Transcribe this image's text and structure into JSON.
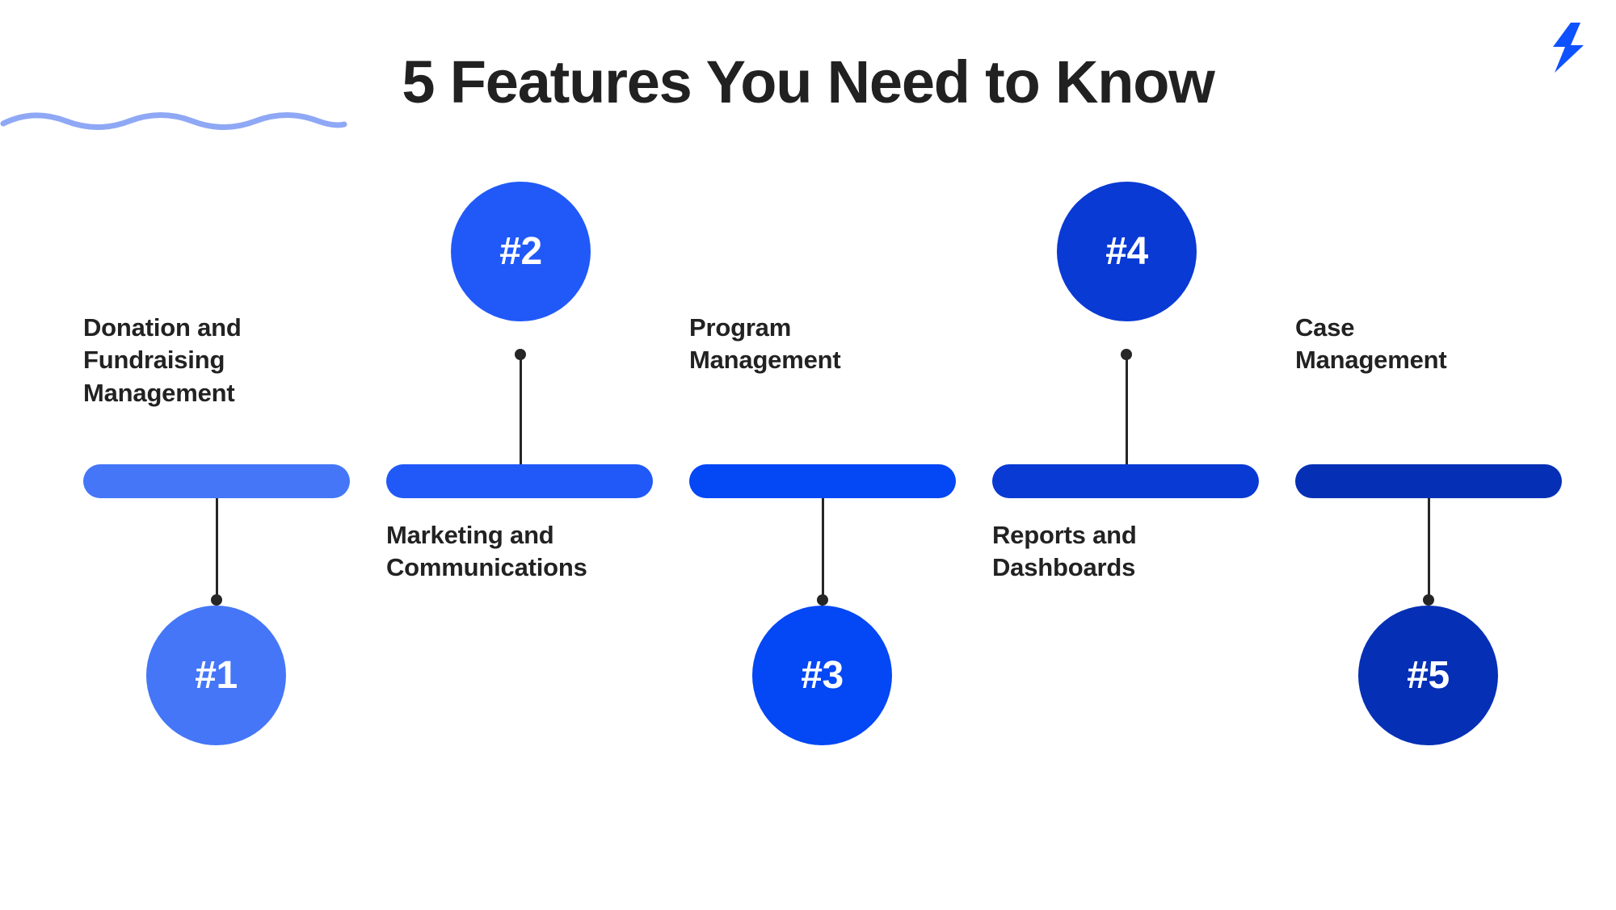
{
  "header": {
    "title": "5 Features You Need to Know",
    "underline_color": "#8fa8f5",
    "logo_name": "lightning-bolt-logo",
    "logo_color": "#0e51ff"
  },
  "chart_data": {
    "type": "diagram",
    "title": "5 Features You Need to Know",
    "style": "alternating-timeline",
    "categories": [
      "Donation and\nFundraising\nManagement",
      "Marketing and\nCommunications",
      "Program\nManagement",
      "Reports and\nDashboards",
      "Case\nManagement"
    ],
    "badges": [
      "#1",
      "#2",
      "#3",
      "#4",
      "#5"
    ],
    "colors": [
      "#4476f7",
      "#2159f8",
      "#0347f5",
      "#0a3ad4",
      "#0530b5"
    ],
    "positions": [
      "below",
      "above",
      "below",
      "above",
      "below"
    ]
  },
  "steps": [
    {
      "badge": "#1",
      "label": "Donation and\nFundraising\nManagement",
      "color": "#4476f7",
      "circle_position": "below",
      "label_position": "above"
    },
    {
      "badge": "#2",
      "label": "Marketing and\nCommunications",
      "color": "#2159f8",
      "circle_position": "above",
      "label_position": "below"
    },
    {
      "badge": "#3",
      "label": "Program\nManagement",
      "color": "#0347f5",
      "circle_position": "below",
      "label_position": "above"
    },
    {
      "badge": "#4",
      "label": "Reports and\nDashboards",
      "color": "#0a3ad4",
      "circle_position": "above",
      "label_position": "below"
    },
    {
      "badge": "#5",
      "label": "Case\nManagement",
      "color": "#0530b5",
      "circle_position": "below",
      "label_position": "above"
    }
  ]
}
